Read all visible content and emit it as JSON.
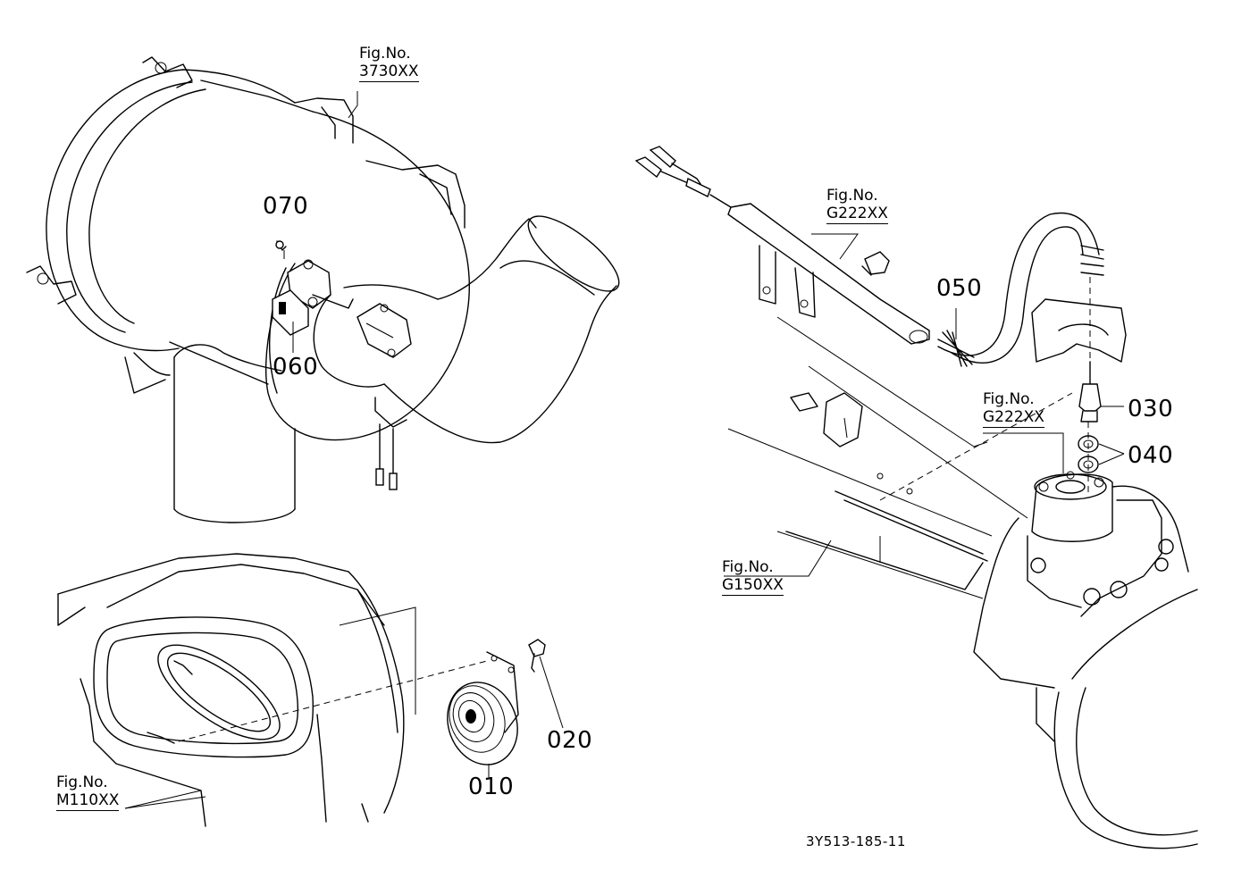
{
  "references": [
    {
      "id": "ref-3730",
      "prefix": "Fig.No.",
      "number": "3730XX"
    },
    {
      "id": "ref-g222-a",
      "prefix": "Fig.No.",
      "number": "G222XX"
    },
    {
      "id": "ref-g222-b",
      "prefix": "Fig.No.",
      "number": "G222XX"
    },
    {
      "id": "ref-g150",
      "prefix": "Fig.No.",
      "number": "G150XX"
    },
    {
      "id": "ref-m110",
      "prefix": "Fig.No.",
      "number": "M110XX"
    }
  ],
  "callouts": [
    "070",
    "060",
    "050",
    "030",
    "040",
    "020",
    "010"
  ],
  "doc_id": "3Y513-185-11"
}
